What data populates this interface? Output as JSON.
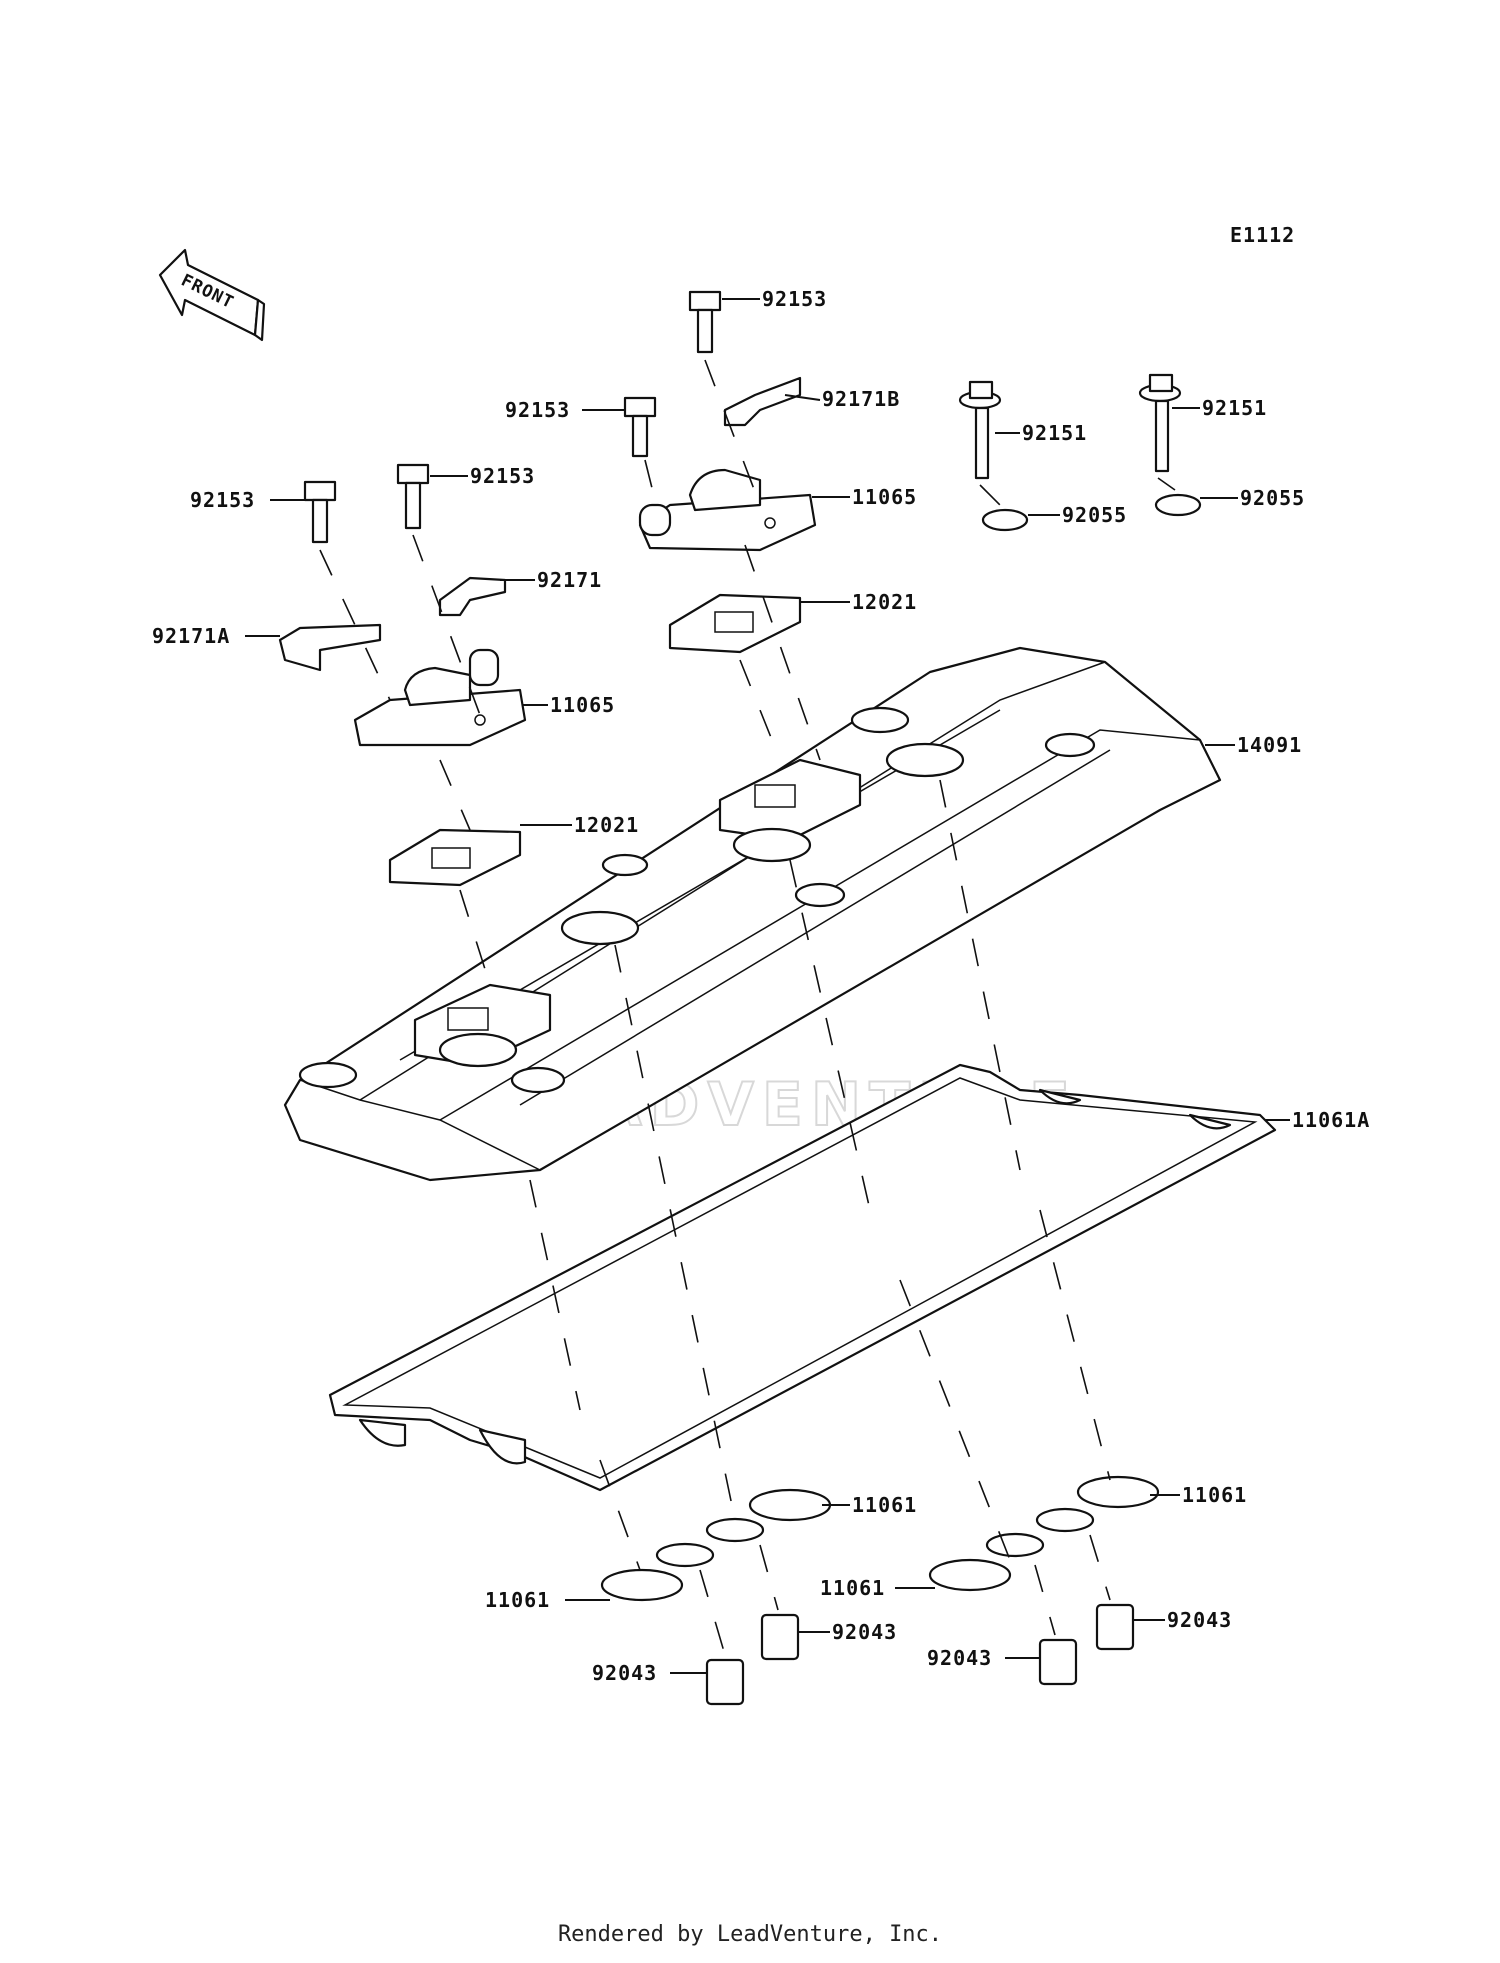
{
  "diagram": {
    "code": "E1112",
    "front_label": "FRONT",
    "footer": "Rendered by LeadVenture, Inc.",
    "watermark": "LEADVENTURE",
    "callouts": [
      {
        "id": "c-92153-top",
        "text": "92153"
      },
      {
        "id": "c-92171b",
        "text": "92171B"
      },
      {
        "id": "c-92153-mid",
        "text": "92153"
      },
      {
        "id": "c-92151-a",
        "text": "92151"
      },
      {
        "id": "c-92151-b",
        "text": "92151"
      },
      {
        "id": "c-92153-left2",
        "text": "92153"
      },
      {
        "id": "c-92153-left",
        "text": "92153"
      },
      {
        "id": "c-11065-top",
        "text": "11065"
      },
      {
        "id": "c-92055-a",
        "text": "92055"
      },
      {
        "id": "c-92055-b",
        "text": "92055"
      },
      {
        "id": "c-92171",
        "text": "92171"
      },
      {
        "id": "c-12021-top",
        "text": "12021"
      },
      {
        "id": "c-92171a",
        "text": "92171A"
      },
      {
        "id": "c-11065-left",
        "text": "11065"
      },
      {
        "id": "c-14091",
        "text": "14091"
      },
      {
        "id": "c-12021-left",
        "text": "12021"
      },
      {
        "id": "c-11061a",
        "text": "11061A"
      },
      {
        "id": "c-11061-r",
        "text": "11061"
      },
      {
        "id": "c-11061-m",
        "text": "11061"
      },
      {
        "id": "c-11061-l",
        "text": "11061"
      },
      {
        "id": "c-11061-mr",
        "text": "11061"
      },
      {
        "id": "c-92043-m",
        "text": "92043"
      },
      {
        "id": "c-92043-r",
        "text": "92043"
      },
      {
        "id": "c-92043-l",
        "text": "92043"
      },
      {
        "id": "c-92043-mr",
        "text": "92043"
      }
    ]
  }
}
